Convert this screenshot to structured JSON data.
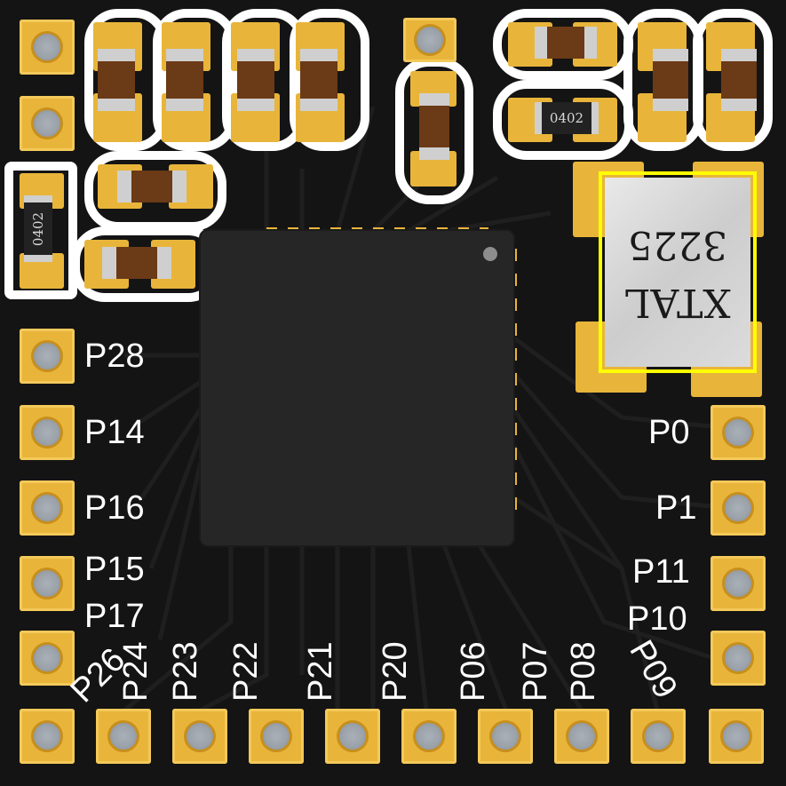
{
  "board": {
    "colors": {
      "mask": "#141414",
      "copper": "#e8b53a",
      "silk": "#ffffff",
      "xtal_outline": "#ffff00"
    }
  },
  "pins_left": [
    "P28",
    "P14",
    "P16",
    "P15",
    "P17"
  ],
  "pins_right": [
    "P0",
    "P1",
    "P11",
    "P10"
  ],
  "pins_bottom": [
    "P26",
    "P24",
    "P23",
    "P22",
    "P21",
    "P20",
    "P06",
    "P07",
    "P08",
    "P09"
  ],
  "components": {
    "res_a": "0402",
    "res_b": "0402",
    "crystal_size": "3225",
    "crystal_name": "XTAL"
  }
}
